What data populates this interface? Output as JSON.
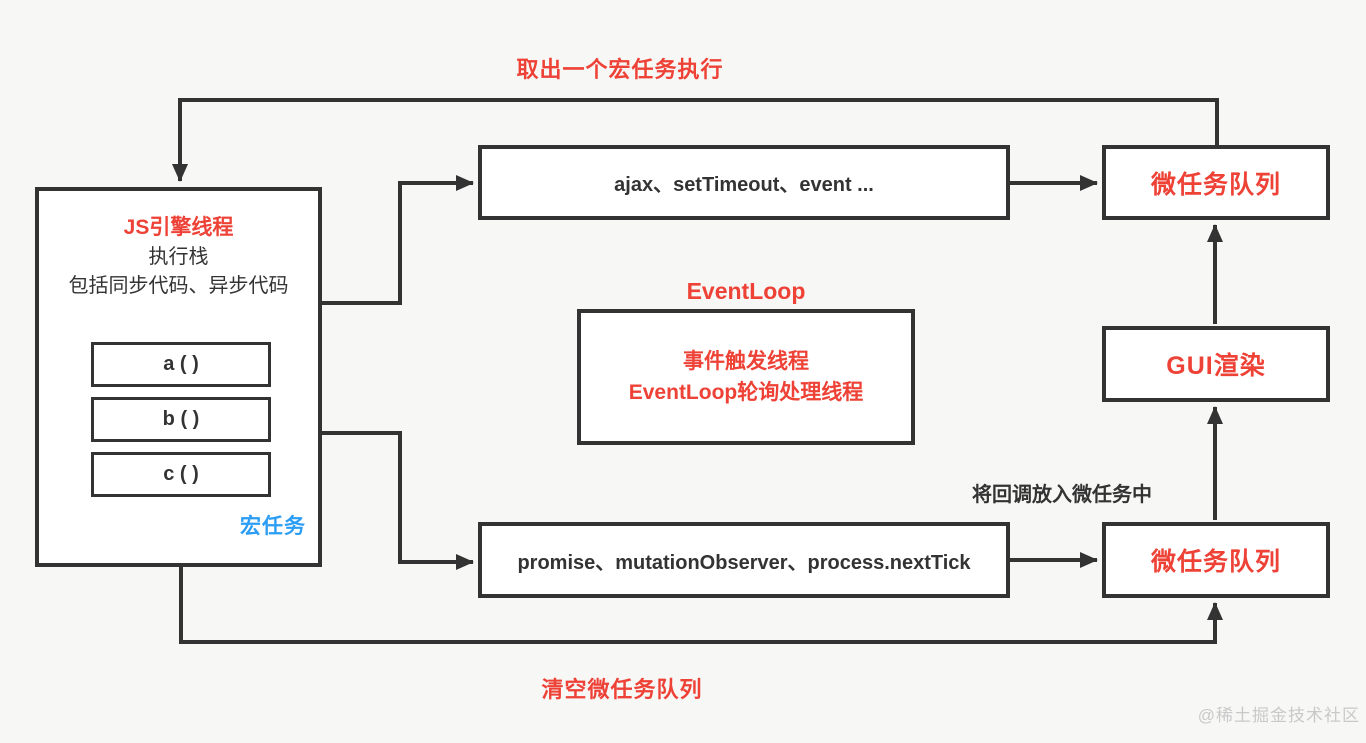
{
  "colors": {
    "accent_red": "#ee4237",
    "accent_blue": "#2b9df4",
    "line_dark": "#333333",
    "background": "#f7f7f6",
    "box_fill": "#ffffff",
    "watermark_gray": "#c9c9c9"
  },
  "labels": {
    "top_loop": "取出一个宏任务执行",
    "bottom_loop": "清空微任务队列",
    "callback_note": "将回调放入微任务中",
    "watermark": "@稀土掘金技术社区"
  },
  "js_engine": {
    "title": "JS引擎线程",
    "subtitle1": "执行栈",
    "subtitle2": "包括同步代码、异步代码",
    "stack_frames": [
      "a ( )",
      "b ( )",
      "c ( )"
    ],
    "badge": "宏任务"
  },
  "macro_sources": {
    "label": "ajax、setTimeout、event ..."
  },
  "event_loop": {
    "title": "EventLoop",
    "line1": "事件触发线程",
    "line2": "EventLoop轮询处理线程"
  },
  "microtask_queue_top": {
    "label": "微任务队列"
  },
  "gui_render": {
    "label": "GUI渲染"
  },
  "micro_sources": {
    "label": "promise、mutationObserver、process.nextTick"
  },
  "microtask_queue_bottom": {
    "label": "微任务队列"
  }
}
